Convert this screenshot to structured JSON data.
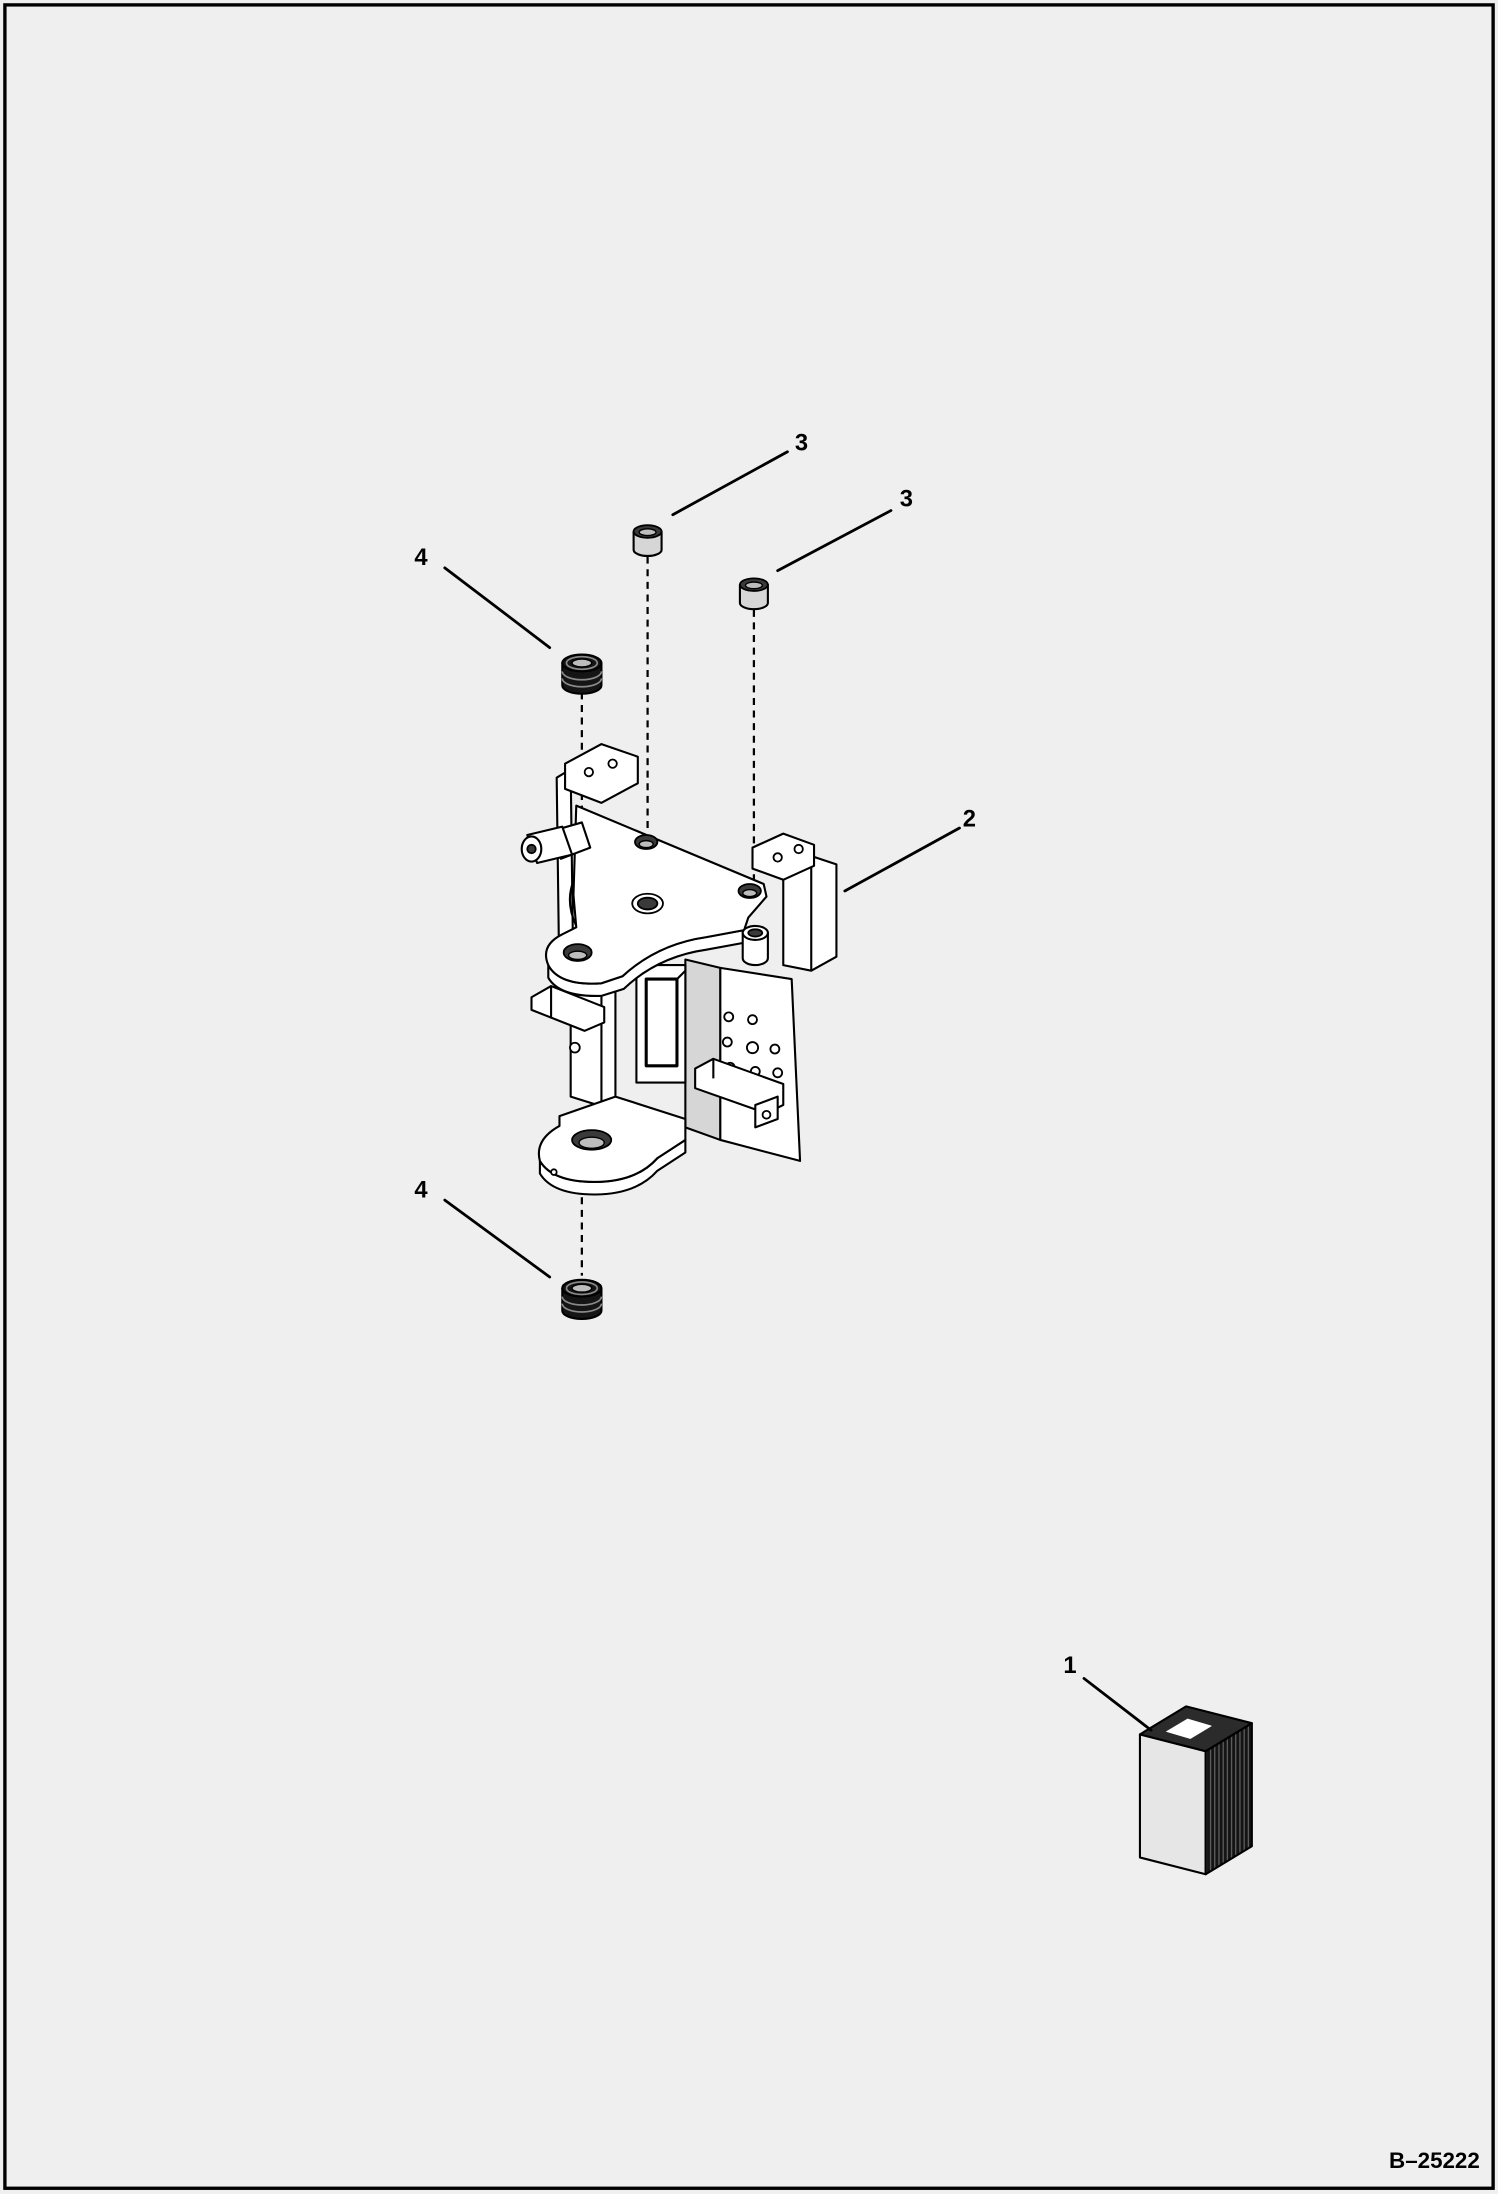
{
  "callouts": [
    {
      "label": "3"
    },
    {
      "label": "3"
    },
    {
      "label": "4"
    },
    {
      "label": "2"
    },
    {
      "label": "4"
    },
    {
      "label": "1"
    }
  ],
  "figure_number": "B–25222",
  "colors": {
    "background": "#efefef",
    "line": "#000000"
  }
}
